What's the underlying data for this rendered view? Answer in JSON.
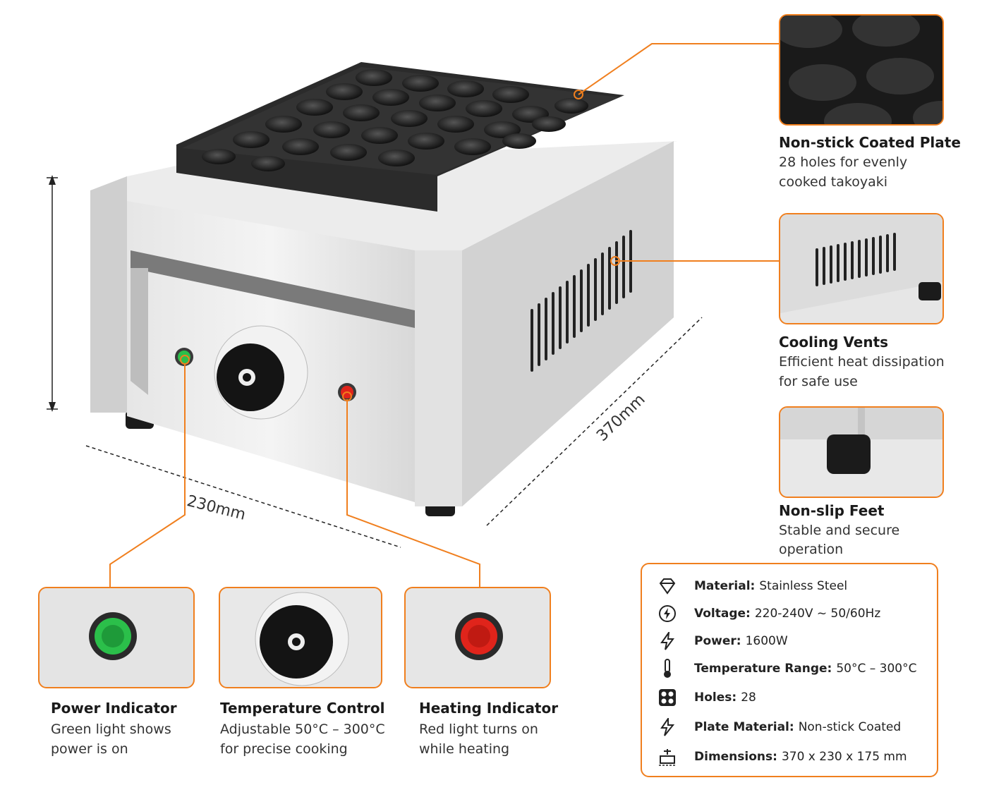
{
  "dimensions": {
    "height": "175mm",
    "width": "230mm",
    "depth": "370mm"
  },
  "callouts": {
    "plate": {
      "title": "Non-stick Coated Plate",
      "line1": "28 holes for evenly",
      "line2": "cooked takoyaki"
    },
    "vents": {
      "title": "Cooling Vents",
      "line1": "Efficient heat dissipation",
      "line2": "for safe use"
    },
    "feet": {
      "title": "Non-slip Feet",
      "line1": "Stable and secure",
      "line2": "operation"
    },
    "power": {
      "title": "Power Indicator",
      "line1": "Green light shows",
      "line2": "power is on"
    },
    "temp": {
      "title": "Temperature Control",
      "line1": "Adjustable 50°C – 300°C",
      "line2": "for precise cooking"
    },
    "heat": {
      "title": "Heating Indicator",
      "line1": "Red light turns on",
      "line2": "while heating"
    }
  },
  "specs": [
    {
      "icon": "diamond-icon",
      "label": "Material:",
      "value": "Stainless Steel"
    },
    {
      "icon": "voltage-icon",
      "label": "Voltage:",
      "value": "220-240V ~ 50/60Hz"
    },
    {
      "icon": "power-bolt-icon",
      "label": "Power:",
      "value": "1600W"
    },
    {
      "icon": "thermometer-icon",
      "label": "Temperature Range:",
      "value": "50°C – 300°C"
    },
    {
      "icon": "holes-icon",
      "label": "Holes:",
      "value": "28"
    },
    {
      "icon": "plate-icon",
      "label": "Plate Material:",
      "value": "Non-stick Coated"
    },
    {
      "icon": "dimensions-icon",
      "label": "Dimensions:",
      "value": "370 x 230 x 175 mm"
    }
  ],
  "colors": {
    "accent": "#f07f1e",
    "power_led": "#2bbf4a",
    "heat_led": "#e0241b"
  }
}
